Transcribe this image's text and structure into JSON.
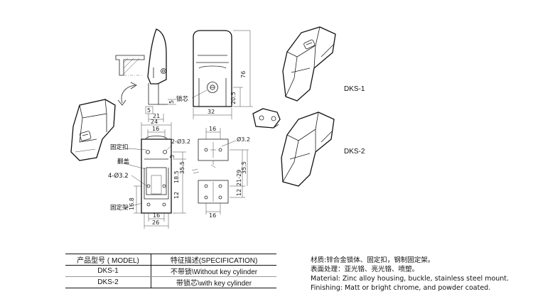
{
  "dimensions": {
    "side_view": {
      "w21": "21",
      "h5": "5"
    },
    "front_view": {
      "w32": "32",
      "h20_5": "20.5",
      "h76": "76"
    },
    "small_view": {
      "w24": "24",
      "w16_top": "16",
      "hole": "2-Ø3.2",
      "hole2": "4-Ø3.2",
      "h5": "5",
      "h18_5": "18.5",
      "h35_5": "35.5",
      "h12": "12",
      "h16_8": "16.8",
      "w16_bot": "16",
      "w26": "26"
    },
    "mount_view": {
      "hole": "Ø3.2",
      "w16_top": "16",
      "h35_5": "35.5",
      "h21_29": "21-29",
      "h12": "12",
      "w16_bot": "16"
    }
  },
  "callouts": {
    "lock_core": "锁芯",
    "fixed_buckle": "固定扣",
    "flip_cover": "翻盖",
    "fixed_mount": "固定架"
  },
  "models": {
    "dks1": "DKS-1",
    "dks2": "DKS-2"
  },
  "table": {
    "headers": [
      "产品型号 ( MODEL)",
      "特征描述(SPECIFICATION)"
    ],
    "rows": [
      [
        "DKS-1",
        "不带锁\\Without key cylinder"
      ],
      [
        "DKS-2",
        "带锁芯\\with key cylinder"
      ]
    ]
  },
  "notes": [
    "材质:锌合金锁体、固定扣，钢制固定架。",
    "表面处理：亚光铬、亮光铬、喷塑。",
    "Material: Zinc alloy housing, buckle, stainless steel mount.",
    "Finishing: Matt or bright chrome, and powder coated."
  ]
}
